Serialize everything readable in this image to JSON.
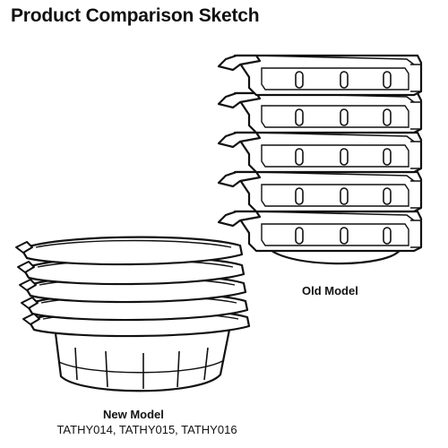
{
  "title": "Product Comparison Sketch",
  "old_model": {
    "label": "Old Model"
  },
  "new_model": {
    "label": "New Model",
    "codes": "TATHY014, TATHY015, TATHY016"
  }
}
